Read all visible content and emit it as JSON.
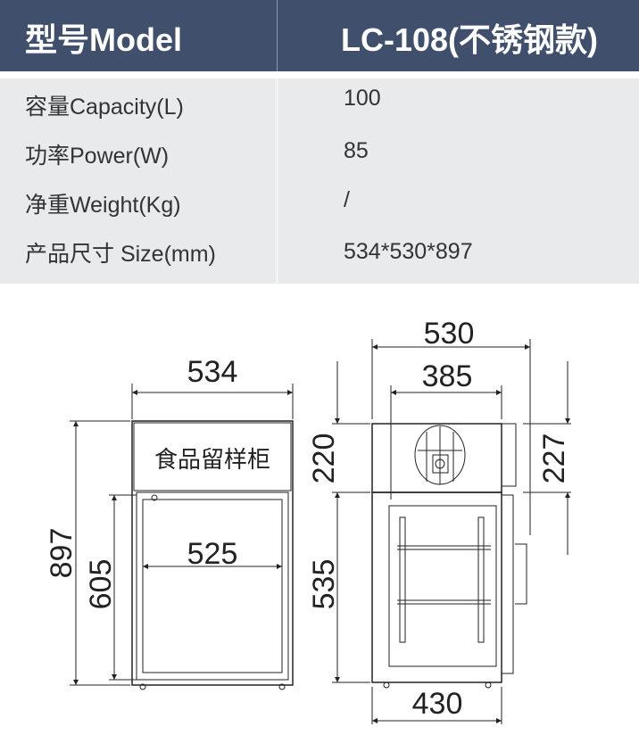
{
  "header": {
    "label": "型号Model",
    "value": "LC-108(不锈钢款)"
  },
  "specs": [
    {
      "label": "容量Capacity(L)",
      "value": "100"
    },
    {
      "label": "功率Power(W)",
      "value": "85"
    },
    {
      "label": "净重Weight(Kg)",
      "value": "/"
    },
    {
      "label": "产品尺寸 Size(mm)",
      "value": "534*530*897"
    }
  ],
  "front_view": {
    "panel_text": "食品留样柜",
    "width": "534",
    "height": "897",
    "door_height": "605",
    "inner_width": "525"
  },
  "side_view": {
    "depth": "530",
    "top_depth": "385",
    "top_height_left": "220",
    "top_height_right": "227",
    "lower_height": "535",
    "base_depth": "430"
  },
  "colors": {
    "header_bg": "#3f4f6c",
    "table_bg": "#e9eaec"
  }
}
